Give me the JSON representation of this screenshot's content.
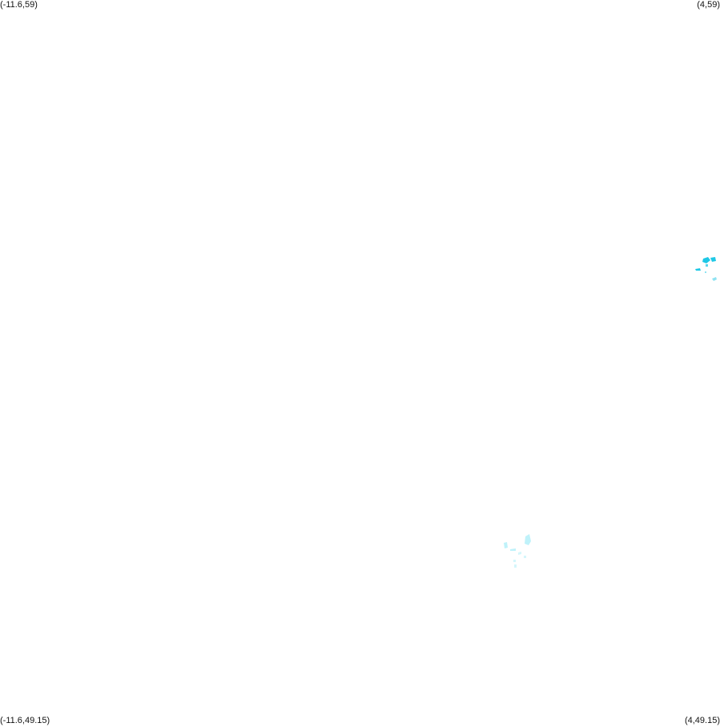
{
  "map": {
    "corners": {
      "top_left": "(-11.6,59)",
      "top_right": "(4,59)",
      "bottom_left": "(-11.6,49.15)",
      "bottom_right": "(4,49.15)"
    },
    "colors": {
      "background": "#ffffff",
      "cluster_strong": "#1ec8e6",
      "cluster_faint": "#bff2fa"
    }
  }
}
